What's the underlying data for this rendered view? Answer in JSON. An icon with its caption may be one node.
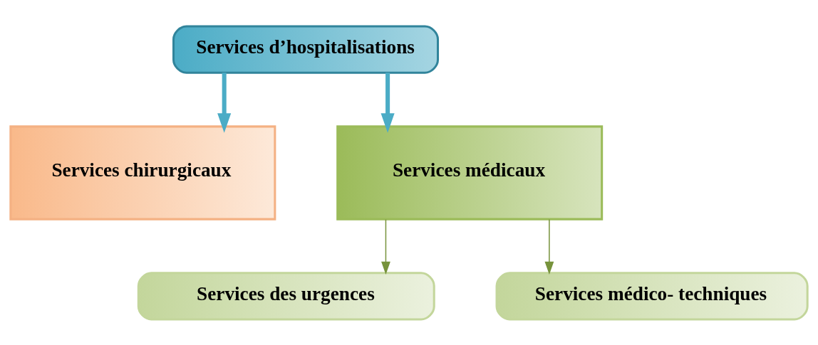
{
  "diagram": {
    "nodes": [
      {
        "text": [
          "Services d’hospitalisations"
        ]
      },
      {
        "text": [
          "Services chirurgicaux"
        ]
      },
      {
        "text": [
          "Services médicaux"
        ]
      },
      {
        "text": [
          "Services des urgences"
        ]
      },
      {
        "text": [
          "Services médico- techniques"
        ]
      }
    ],
    "edges": [
      {
        "from": 0,
        "to": 1,
        "arrow": "to",
        "style": "thick",
        "color": "#4bacc6"
      },
      {
        "from": 0,
        "to": 2,
        "arrow": "to",
        "style": "thick",
        "color": "#4bacc6"
      },
      {
        "from": 2,
        "to": 3,
        "arrow": "to",
        "color": "#77933c"
      },
      {
        "from": 2,
        "to": 4,
        "arrow": "to",
        "color": "#77933c"
      }
    ]
  }
}
